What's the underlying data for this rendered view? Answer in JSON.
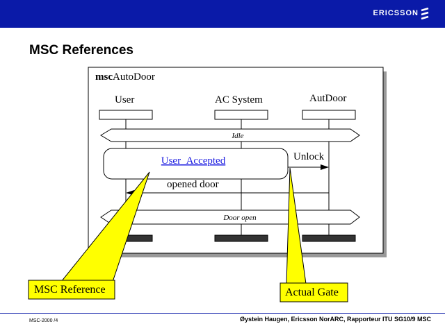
{
  "header": {
    "brand": "ERICSSON",
    "brand_icon": "ericsson-logo-icon",
    "bar_color": "#0a1aa8"
  },
  "slide": {
    "title": "MSC References"
  },
  "msc": {
    "keyword": "msc",
    "name": "AutoDoor",
    "instances": [
      "User",
      "AC System",
      "AutDoor"
    ],
    "conditions": {
      "idle": "Idle",
      "door_open": "Door open"
    },
    "reference": "User_Accepted",
    "messages": {
      "unlock": "Unlock",
      "opened_door": "opened door"
    }
  },
  "callouts": {
    "msc_reference": "MSC Reference",
    "actual_gate": "Actual Gate",
    "fill": "#ffff00"
  },
  "footer": {
    "left": "MSC-2000 /4",
    "right": "Øystein Haugen, Ericsson NorARC, Rapporteur ITU SG10/9 MSC"
  }
}
